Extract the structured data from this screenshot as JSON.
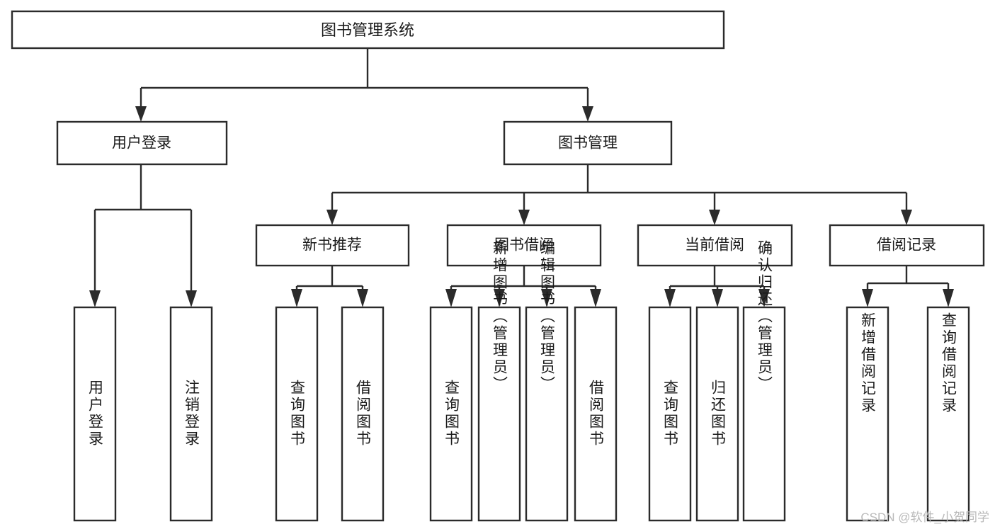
{
  "diagram": {
    "type": "tree-hierarchy-diagram",
    "title": "图书管理系统",
    "colors": {
      "background": "#ffffff",
      "box_fill": "#ffffff",
      "box_stroke": "#2b2b2b",
      "text": "#1a1a1a",
      "watermark": "#b9b9b9"
    },
    "root": {
      "label": "图书管理系统"
    },
    "level2": [
      {
        "label": "用户登录"
      },
      {
        "label": "图书管理"
      }
    ],
    "level3": [
      {
        "label": "新书推荐"
      },
      {
        "label": "图书借阅"
      },
      {
        "label": "当前借阅"
      },
      {
        "label": "借阅记录"
      }
    ],
    "leaves": {
      "user_login": [
        {
          "label": "用户登录"
        },
        {
          "label": "注销登录"
        }
      ],
      "new_book_recommend": [
        {
          "label": "查询图书"
        },
        {
          "label": "借阅图书"
        }
      ],
      "book_borrow": [
        {
          "label": "查询图书"
        },
        {
          "label": "新增图书（管理员）"
        },
        {
          "label": "编辑图书（管理员）"
        },
        {
          "label": "借阅图书"
        }
      ],
      "current_borrow": [
        {
          "label": "查询图书"
        },
        {
          "label": "归还图书"
        },
        {
          "label": "确认归还（管理员）"
        }
      ],
      "borrow_records": [
        {
          "label": "新增借阅记录"
        },
        {
          "label": "查询借阅记录"
        }
      ]
    }
  },
  "watermark": {
    "text": "CSDN @软件_小贺同学"
  }
}
